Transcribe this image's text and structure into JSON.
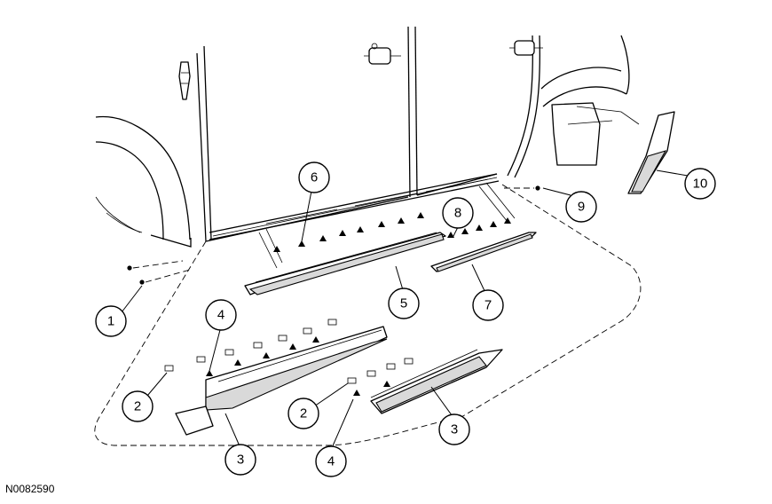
{
  "figure": {
    "id_label": "N0082590",
    "callouts": [
      {
        "label": "1"
      },
      {
        "label": "2"
      },
      {
        "label": "2"
      },
      {
        "label": "3"
      },
      {
        "label": "3"
      },
      {
        "label": "4"
      },
      {
        "label": "4"
      },
      {
        "label": "5"
      },
      {
        "label": "6"
      },
      {
        "label": "7"
      },
      {
        "label": "8"
      },
      {
        "label": "9"
      },
      {
        "label": "10"
      }
    ]
  },
  "colors": {
    "line": "#000000",
    "background": "#ffffff",
    "shade": "#d9d9d9"
  }
}
